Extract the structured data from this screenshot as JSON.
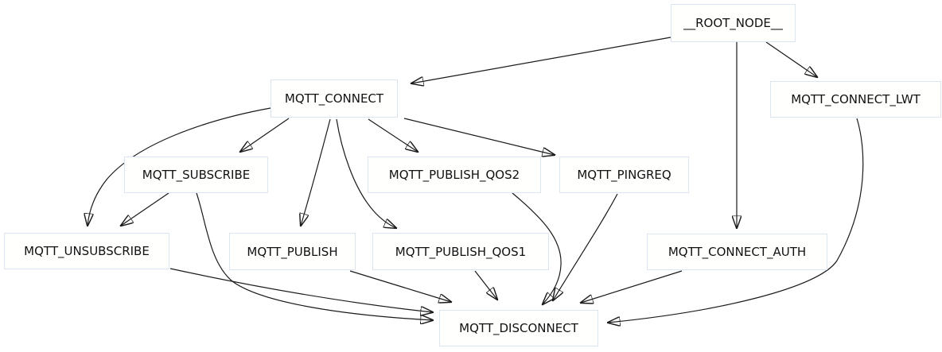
{
  "diagram": {
    "type": "directed-graph",
    "background_color": "#ffffff",
    "edge_color": "#1a1a1a",
    "node_fill_color": "#fffffe",
    "node_border_color": "#dbe5f1",
    "nodes": [
      {
        "id": "root",
        "label": "__ROOT_NODE__"
      },
      {
        "id": "connect",
        "label": "MQTT_CONNECT"
      },
      {
        "id": "connect_lwt",
        "label": "MQTT_CONNECT_LWT"
      },
      {
        "id": "subscribe",
        "label": "MQTT_SUBSCRIBE"
      },
      {
        "id": "publish_qos2",
        "label": "MQTT_PUBLISH_QOS2"
      },
      {
        "id": "pingreq",
        "label": "MQTT_PINGREQ"
      },
      {
        "id": "unsubscribe",
        "label": "MQTT_UNSUBSCRIBE"
      },
      {
        "id": "publish",
        "label": "MQTT_PUBLISH"
      },
      {
        "id": "publish_qos1",
        "label": "MQTT_PUBLISH_QOS1"
      },
      {
        "id": "connect_auth",
        "label": "MQTT_CONNECT_AUTH"
      },
      {
        "id": "disconnect",
        "label": "MQTT_DISCONNECT"
      }
    ],
    "edges": [
      {
        "from": "__ROOT_NODE__",
        "to": "MQTT_CONNECT"
      },
      {
        "from": "__ROOT_NODE__",
        "to": "MQTT_CONNECT_LWT"
      },
      {
        "from": "__ROOT_NODE__",
        "to": "MQTT_CONNECT_AUTH"
      },
      {
        "from": "MQTT_CONNECT",
        "to": "MQTT_SUBSCRIBE"
      },
      {
        "from": "MQTT_CONNECT",
        "to": "MQTT_UNSUBSCRIBE"
      },
      {
        "from": "MQTT_CONNECT",
        "to": "MQTT_PUBLISH"
      },
      {
        "from": "MQTT_CONNECT",
        "to": "MQTT_PUBLISH_QOS1"
      },
      {
        "from": "MQTT_CONNECT",
        "to": "MQTT_PUBLISH_QOS2"
      },
      {
        "from": "MQTT_CONNECT",
        "to": "MQTT_PINGREQ"
      },
      {
        "from": "MQTT_SUBSCRIBE",
        "to": "MQTT_UNSUBSCRIBE"
      },
      {
        "from": "MQTT_SUBSCRIBE",
        "to": "MQTT_DISCONNECT"
      },
      {
        "from": "MQTT_UNSUBSCRIBE",
        "to": "MQTT_DISCONNECT"
      },
      {
        "from": "MQTT_PUBLISH",
        "to": "MQTT_DISCONNECT"
      },
      {
        "from": "MQTT_PUBLISH_QOS1",
        "to": "MQTT_DISCONNECT"
      },
      {
        "from": "MQTT_PUBLISH_QOS2",
        "to": "MQTT_DISCONNECT"
      },
      {
        "from": "MQTT_PINGREQ",
        "to": "MQTT_DISCONNECT"
      },
      {
        "from": "MQTT_CONNECT_AUTH",
        "to": "MQTT_DISCONNECT"
      },
      {
        "from": "MQTT_CONNECT_LWT",
        "to": "MQTT_DISCONNECT"
      }
    ]
  }
}
